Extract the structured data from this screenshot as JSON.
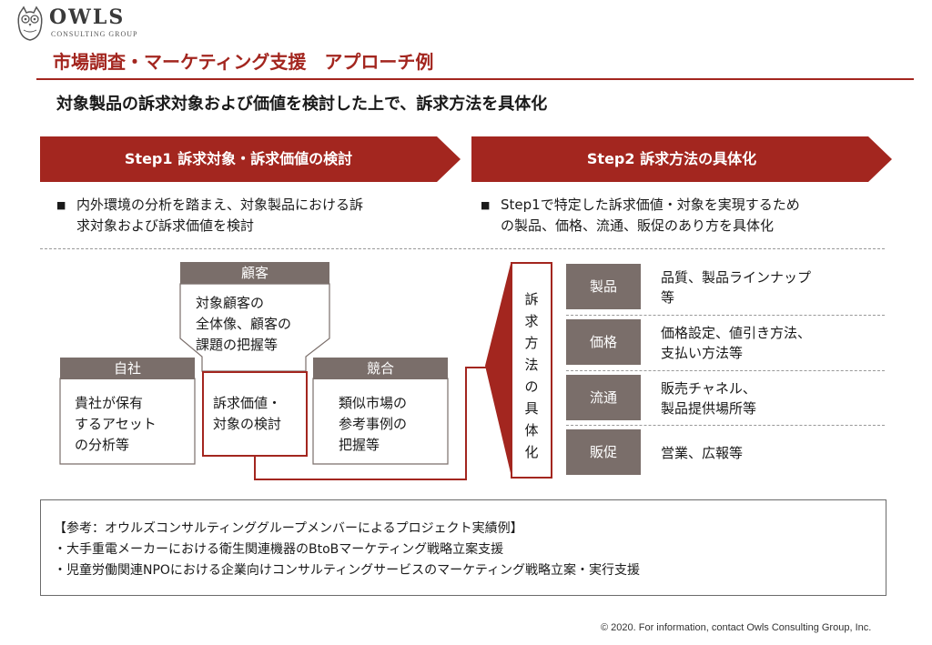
{
  "logo": {
    "name": "OWLS",
    "sub": "CONSULTING GROUP"
  },
  "page_title": "市場調査・マーケティング支援　アプローチ例",
  "subtitle": "対象製品の訴求対象および価値を検討した上で、訴求方法を具体化",
  "steps": [
    {
      "label": "Step1 訴求対象・訴求価値の検討",
      "bullet_lines": [
        "内外環境の分析を踏まえ、対象製品における訴",
        "求対象および訴求価値を検討"
      ]
    },
    {
      "label": "Step2 訴求方法の具体化",
      "bullet_lines": [
        "Step1で特定した訴求価値・対象を実現するため",
        "の製品、価格、流通、販促のあり方を具体化"
      ]
    }
  ],
  "venn": {
    "customer": {
      "title": "顧客",
      "lines": [
        "対象顧客の",
        "全体像、顧客の",
        "課題の把握等"
      ]
    },
    "self": {
      "title": "自社",
      "lines": [
        "貴社が保有",
        "するアセット",
        "の分析等"
      ]
    },
    "competitor": {
      "title": "競合",
      "lines": [
        "類似市場の",
        "参考事例の",
        "把握等"
      ]
    },
    "center": {
      "lines": [
        "訴求価値・",
        "対象の検討"
      ]
    }
  },
  "vertical_label": [
    "訴",
    "求",
    "方",
    "法",
    "の",
    "具",
    "体",
    "化"
  ],
  "items": [
    {
      "label": "製品",
      "lines": [
        "品質、製品ラインナップ",
        "等"
      ]
    },
    {
      "label": "価格",
      "lines": [
        "価格設定、値引き方法、",
        "支払い方法等"
      ]
    },
    {
      "label": "流通",
      "lines": [
        "販売チャネル、",
        "製品提供場所等"
      ]
    },
    {
      "label": "販促",
      "lines": [
        "営業、広報等"
      ]
    }
  ],
  "reference": {
    "heading": "【参考：オウルズコンサルティンググループメンバーによるプロジェクト実績例】",
    "lines": [
      "・大手重電メーカーにおける衛生関連機器のBtoBマーケティング戦略立案支援",
      "・児童労働関連NPOにおける企業向けコンサルティングサービスのマーケティング戦略立案・実行支援"
    ]
  },
  "footer": "© 2020. For information, contact Owls Consulting Group, Inc.",
  "colors": {
    "accent": "#a3261f",
    "gray_box": "#7a6e6a"
  }
}
